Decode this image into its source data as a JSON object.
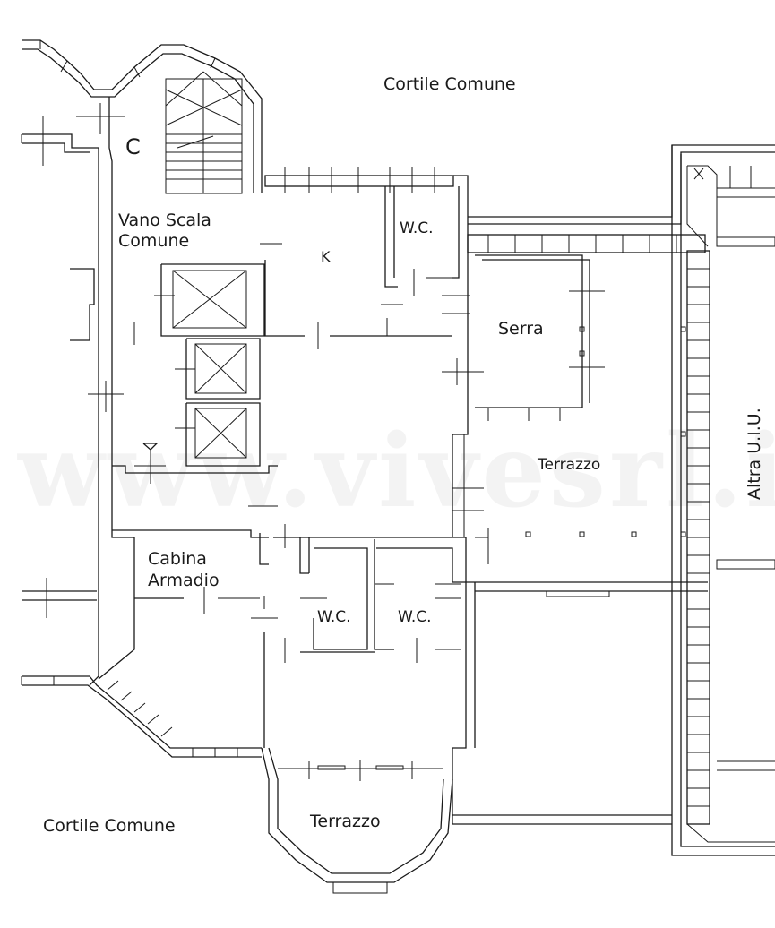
{
  "labels": {
    "cortile_top": "Cortile Comune",
    "cortile_bottom": "Cortile Comune",
    "c": "C",
    "vano_1": "Vano Scala",
    "vano_2": "Comune",
    "k": "K",
    "wc_top": "W.C.",
    "serra": "Serra",
    "terrazzo_main": "Terrazzo",
    "terrazzo_bottom": "Terrazzo",
    "cabina_1": "Cabina",
    "cabina_2": "Armadio",
    "wc_left": "W.C.",
    "wc_right": "W.C.",
    "altra": "Altra U.I.U."
  },
  "watermark": "www.vivesrl.it",
  "colors": {
    "line": "#1a1a1a",
    "background": "#ffffff",
    "watermark": "#e9e9e9"
  }
}
